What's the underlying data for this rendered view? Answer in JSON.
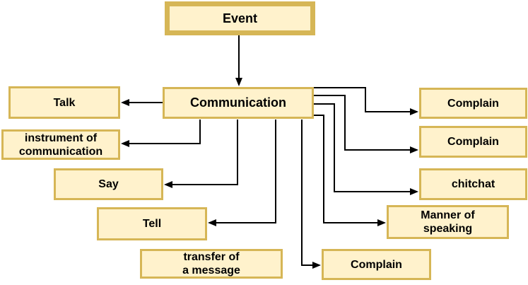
{
  "diagram": {
    "style": {
      "node_fill": "#FFF2CC",
      "node_border": "#D6B656",
      "connector_color": "#000000",
      "background": "#FFFFFF"
    },
    "nodes": {
      "event": {
        "label": "Event"
      },
      "communication": {
        "label": "Communication"
      },
      "talk": {
        "label": "Talk"
      },
      "instrument_of_communication": {
        "label": "instrument of\ncommunication"
      },
      "say": {
        "label": "Say"
      },
      "tell": {
        "label": "Tell"
      },
      "transfer_of_a_message": {
        "label": "transfer of\na message"
      },
      "complain_top": {
        "label": "Complain"
      },
      "complain_middle": {
        "label": "Complain"
      },
      "chitchat": {
        "label": "chitchat"
      },
      "manner_of_speaking": {
        "label": "Manner of\nspeaking"
      },
      "complain_bottom": {
        "label": "Complain"
      }
    },
    "edges": [
      {
        "from": "event",
        "to": "communication"
      },
      {
        "from": "communication",
        "to": "talk"
      },
      {
        "from": "communication",
        "to": "instrument_of_communication"
      },
      {
        "from": "communication",
        "to": "say"
      },
      {
        "from": "communication",
        "to": "tell"
      },
      {
        "from": "communication",
        "to": "complain_top"
      },
      {
        "from": "communication",
        "to": "complain_middle"
      },
      {
        "from": "communication",
        "to": "chitchat"
      },
      {
        "from": "communication",
        "to": "manner_of_speaking"
      },
      {
        "from": "communication",
        "to": "complain_bottom"
      }
    ]
  }
}
